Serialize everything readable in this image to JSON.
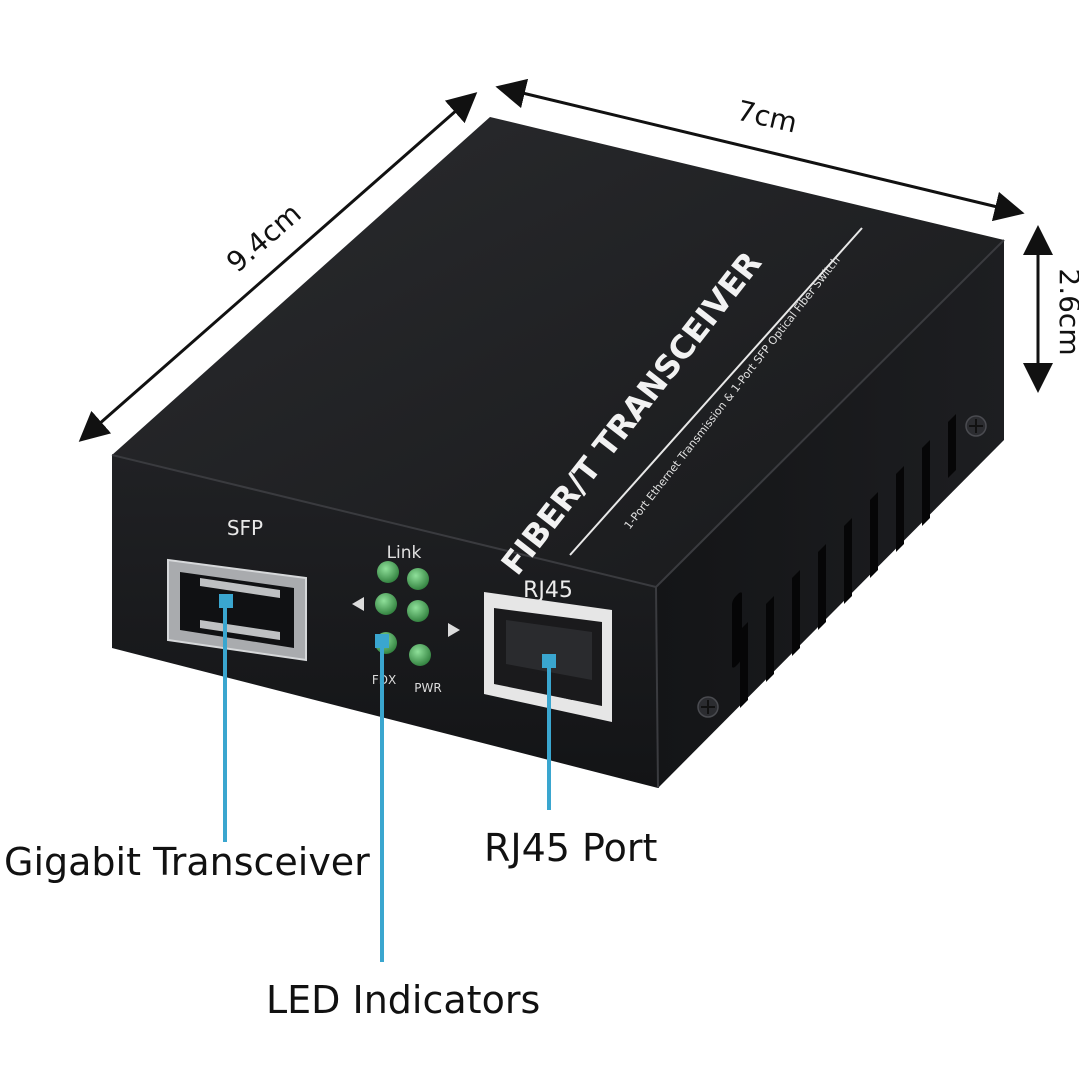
{
  "dimensions": {
    "length": "9.4cm",
    "width": "7cm",
    "height": "2.6cm"
  },
  "device": {
    "title": "FIBER/T TRANSCEIVER",
    "subtitle": "1-Port Ethernet Transmission & 1-Port SFP Optical Fiber Switch",
    "sfp_label": "SFP",
    "rj45_label": "RJ45",
    "led_link_label": "Link",
    "led_fdx_label": "FDX",
    "led_pwr_label": "PWR"
  },
  "callouts": {
    "gigabit_transceiver": "Gigabit Transceiver",
    "led_indicators": "LED Indicators",
    "rj45_port": "RJ45 Port"
  },
  "colors": {
    "body": "#1b1c1e",
    "body_top": "#222325",
    "callout_line": "#3aa6cf",
    "led": "#3f9a4e",
    "text": "#111111"
  }
}
